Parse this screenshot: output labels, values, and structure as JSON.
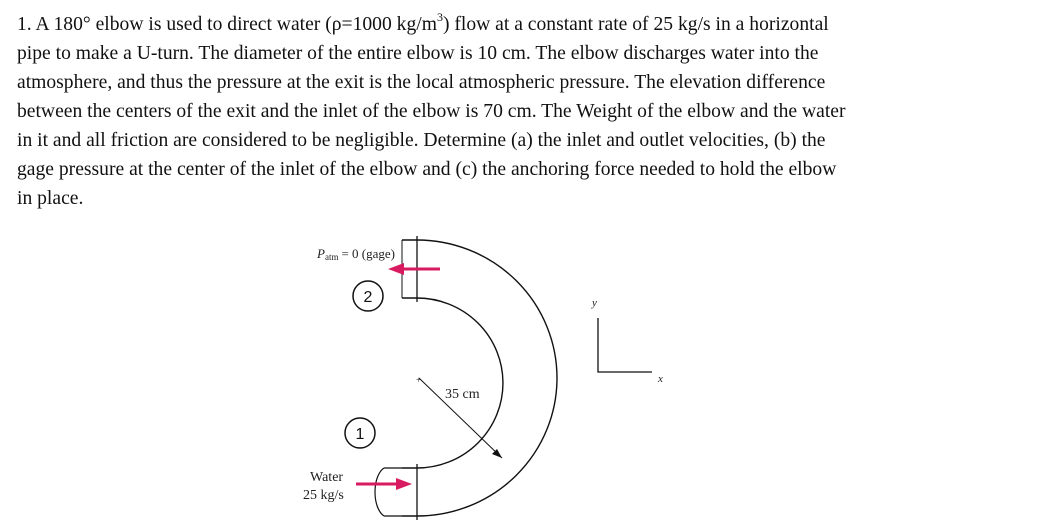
{
  "problem": {
    "lines": [
      {
        "pre": "1. A 180° elbow is used to direct water (ρ=1000 kg/m",
        "sup": "3",
        "post": ") flow at a constant rate of 25 kg/s in a horizontal"
      },
      {
        "text": "pipe to make a U-turn. The diameter of the entire elbow is 10 cm. The elbow discharges water into the"
      },
      {
        "text": "atmosphere, and thus the pressure at the exit is the local atmospheric pressure. The elevation difference"
      },
      {
        "text": "between the centers of the exit and the inlet of the elbow is 70 cm. The Weight of the elbow and the water"
      },
      {
        "text": "in it and all friction are considered to be negligible. Determine (a) the inlet and outlet velocities, (b) the"
      },
      {
        "text": "gage pressure at the center of the inlet of the elbow and (c) the anchoring force needed to hold the elbow"
      },
      {
        "text": "in place."
      }
    ]
  },
  "figure": {
    "patm_symbol": "P",
    "patm_subscript": "atm",
    "patm_value": "= 0 (gage)",
    "station_outlet": "2",
    "station_inlet": "1",
    "radius_label": "35 cm",
    "water_label": "Water",
    "flow_label": "25 kg/s",
    "axis_y": "y",
    "axis_x": "x",
    "arrow_color": "#d81b60"
  }
}
